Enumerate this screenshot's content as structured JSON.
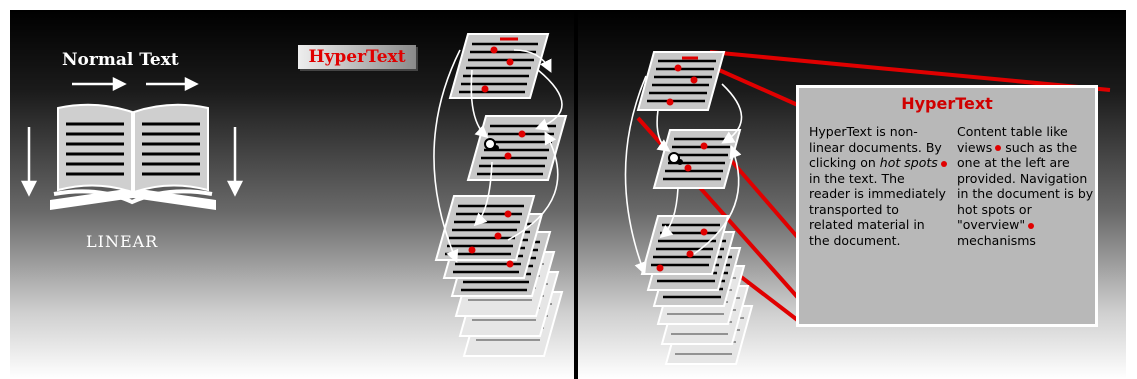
{
  "left_panel": {
    "normal_text_label": "Normal Text",
    "linear_label": "LINEAR",
    "hypertext_label": "HyperText"
  },
  "right_panel": {
    "box_title": "HyperText",
    "col1": {
      "part1": "HyperText is non-linear documents. By clicking on",
      "hot_spots": "hot spots",
      "part2": "in the text. The reader is immediately transported to related material in the document."
    },
    "col2": {
      "part1": "Content table like views",
      "part2": "such as the one at the left are provided. Navigation in the document is by hot spots or \"overview\"",
      "part3": "mechanisms"
    }
  },
  "colors": {
    "accent_red": "#e00000",
    "panel_top": "#000000",
    "panel_bottom": "#ffffff"
  }
}
